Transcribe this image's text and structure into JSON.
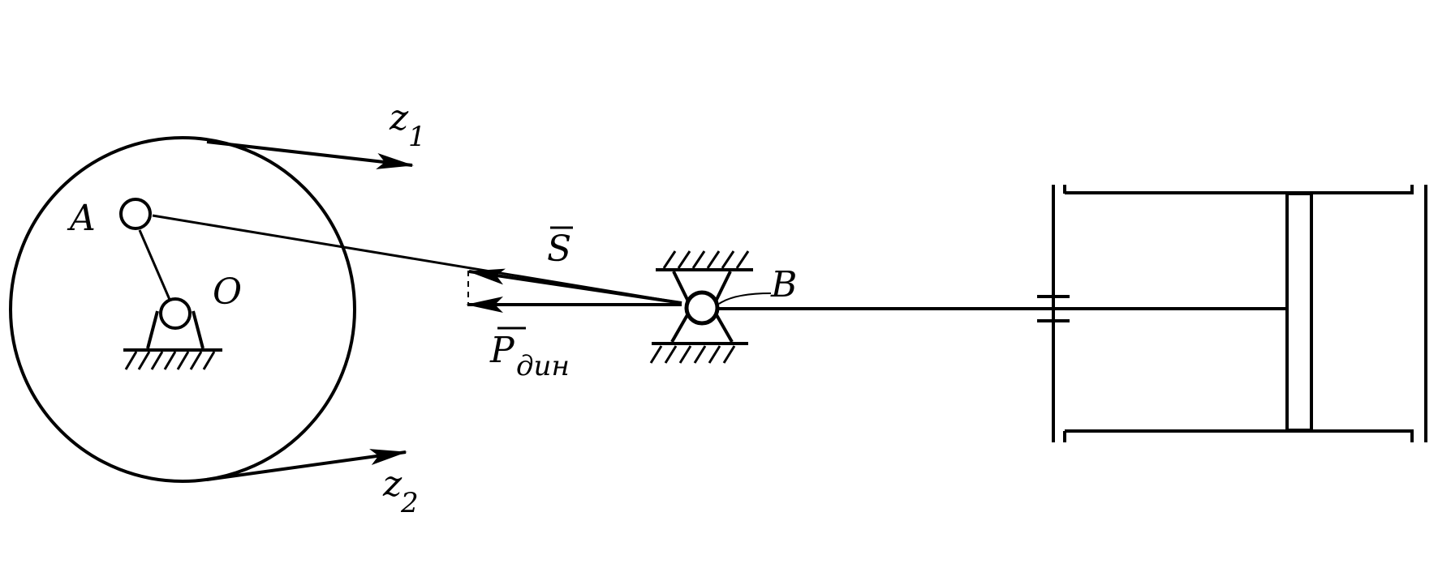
{
  "colors": {
    "ink": "#000000",
    "background": "#ffffff"
  },
  "labels": {
    "point_a": "A",
    "point_o": "O",
    "point_b": "B",
    "force_s": "S",
    "force_p": "P",
    "force_p_subscript": "дин",
    "z1_letter": "z",
    "z1_index": "1",
    "z2_letter": "z",
    "z2_index": "2"
  }
}
